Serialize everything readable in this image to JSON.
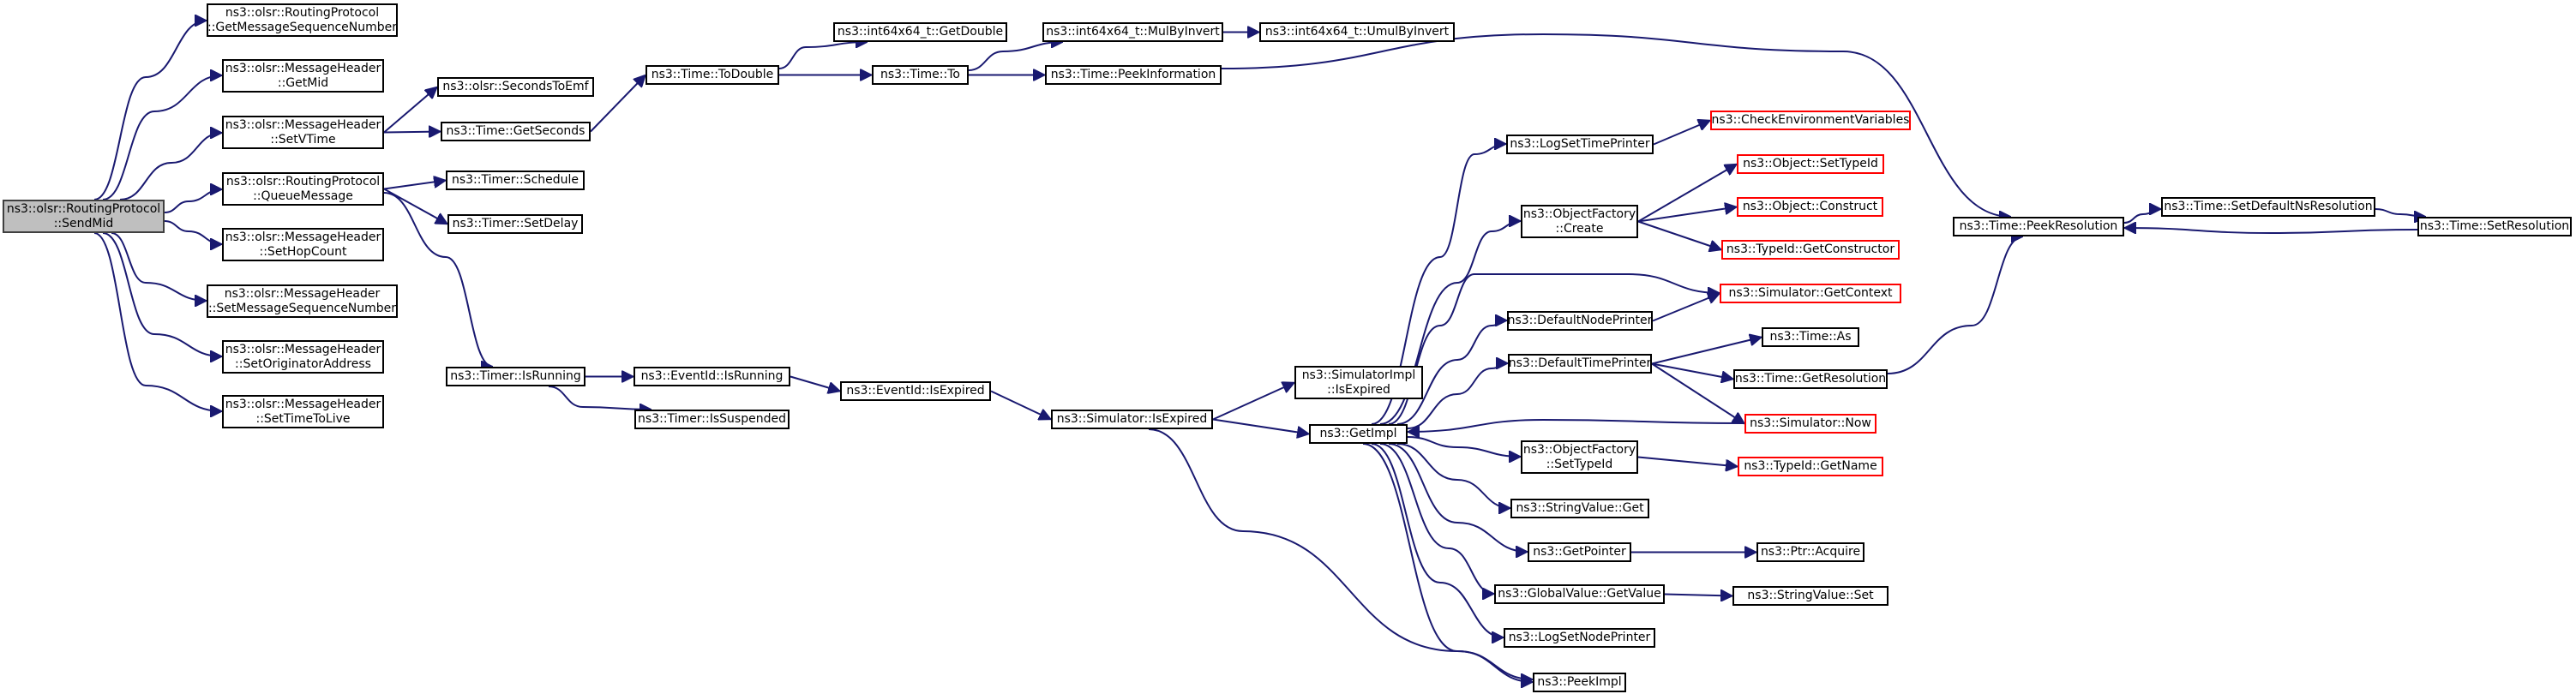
{
  "colors": {
    "edge": "#191970",
    "root_fill": "#bfbfbf",
    "node_border": "#000000",
    "truncated_border": "#ff0000"
  },
  "nodes": [
    {
      "id": "sendmid",
      "lines": [
        "ns3::olsr::RoutingProtocol",
        "::SendMid"
      ],
      "root": true
    },
    {
      "id": "getmsgseq",
      "lines": [
        "ns3::olsr::RoutingProtocol",
        "::GetMessageSequenceNumber"
      ]
    },
    {
      "id": "getmid",
      "lines": [
        "ns3::olsr::MessageHeader",
        "::GetMid"
      ]
    },
    {
      "id": "setvtime",
      "lines": [
        "ns3::olsr::MessageHeader",
        "::SetVTime"
      ]
    },
    {
      "id": "queuemessage",
      "lines": [
        "ns3::olsr::RoutingProtocol",
        "::QueueMessage"
      ]
    },
    {
      "id": "sethopcount",
      "lines": [
        "ns3::olsr::MessageHeader",
        "::SetHopCount"
      ]
    },
    {
      "id": "setmsgseq",
      "lines": [
        "ns3::olsr::MessageHeader",
        "::SetMessageSequenceNumber"
      ]
    },
    {
      "id": "setorig",
      "lines": [
        "ns3::olsr::MessageHeader",
        "::SetOriginatorAddress"
      ]
    },
    {
      "id": "setttl",
      "lines": [
        "ns3::olsr::MessageHeader",
        "::SetTimeToLive"
      ]
    },
    {
      "id": "secondstoemf",
      "lines": [
        "ns3::olsr::SecondsToEmf"
      ]
    },
    {
      "id": "getseconds",
      "lines": [
        "ns3::Time::GetSeconds"
      ]
    },
    {
      "id": "schedule",
      "lines": [
        "ns3::Timer::Schedule"
      ]
    },
    {
      "id": "setdelay",
      "lines": [
        "ns3::Timer::SetDelay"
      ]
    },
    {
      "id": "timerisrunning",
      "lines": [
        "ns3::Timer::IsRunning"
      ]
    },
    {
      "id": "todouble",
      "lines": [
        "ns3::Time::ToDouble"
      ]
    },
    {
      "id": "eventisrunning",
      "lines": [
        "ns3::EventId::IsRunning"
      ]
    },
    {
      "id": "issuspended",
      "lines": [
        "ns3::Timer::IsSuspended"
      ]
    },
    {
      "id": "getdouble",
      "lines": [
        "ns3::int64x64_t::GetDouble"
      ]
    },
    {
      "id": "timeto",
      "lines": [
        "ns3::Time::To"
      ]
    },
    {
      "id": "eventisexpired",
      "lines": [
        "ns3::EventId::IsExpired"
      ]
    },
    {
      "id": "mulbyinvert",
      "lines": [
        "ns3::int64x64_t::MulByInvert"
      ]
    },
    {
      "id": "peekinformation",
      "lines": [
        "ns3::Time::PeekInformation"
      ]
    },
    {
      "id": "simisexpired",
      "lines": [
        "ns3::Simulator::IsExpired"
      ]
    },
    {
      "id": "umulbyinvert",
      "lines": [
        "ns3::int64x64_t::UmulByInvert"
      ]
    },
    {
      "id": "simimplisexpired",
      "lines": [
        "ns3::SimulatorImpl",
        "::IsExpired"
      ]
    },
    {
      "id": "getimpl",
      "lines": [
        "ns3::GetImpl"
      ]
    },
    {
      "id": "logsettimeprinter",
      "lines": [
        "ns3::LogSetTimePrinter"
      ]
    },
    {
      "id": "ofcreate",
      "lines": [
        "ns3::ObjectFactory",
        "::Create"
      ]
    },
    {
      "id": "defaultnodeprinter",
      "lines": [
        "ns3::DefaultNodePrinter"
      ]
    },
    {
      "id": "defaulttimeprinter",
      "lines": [
        "ns3::DefaultTimePrinter"
      ]
    },
    {
      "id": "ofsettypeid",
      "lines": [
        "ns3::ObjectFactory",
        "::SetTypeId"
      ]
    },
    {
      "id": "stringvalueget",
      "lines": [
        "ns3::StringValue::Get"
      ]
    },
    {
      "id": "getpointer",
      "lines": [
        "ns3::GetPointer"
      ]
    },
    {
      "id": "globalvaluegetvalue",
      "lines": [
        "ns3::GlobalValue::GetValue"
      ]
    },
    {
      "id": "logsetnodeprinter",
      "lines": [
        "ns3::LogSetNodePrinter"
      ]
    },
    {
      "id": "peekimpl",
      "lines": [
        "ns3::PeekImpl"
      ]
    },
    {
      "id": "checkenv",
      "lines": [
        "ns3::CheckEnvironmentVariables"
      ],
      "truncated": true
    },
    {
      "id": "objsettypeid",
      "lines": [
        "ns3::Object::SetTypeId"
      ],
      "truncated": true
    },
    {
      "id": "objconstruct",
      "lines": [
        "ns3::Object::Construct"
      ],
      "truncated": true
    },
    {
      "id": "typeidgetconstructor",
      "lines": [
        "ns3::TypeId::GetConstructor"
      ],
      "truncated": true
    },
    {
      "id": "simgetcontext",
      "lines": [
        "ns3::Simulator::GetContext"
      ],
      "truncated": true
    },
    {
      "id": "timeas",
      "lines": [
        "ns3::Time::As"
      ]
    },
    {
      "id": "timegetresolution",
      "lines": [
        "ns3::Time::GetResolution"
      ]
    },
    {
      "id": "simnow",
      "lines": [
        "ns3::Simulator::Now"
      ],
      "truncated": true
    },
    {
      "id": "typeidgetname",
      "lines": [
        "ns3::TypeId::GetName"
      ],
      "truncated": true
    },
    {
      "id": "ptracquire",
      "lines": [
        "ns3::Ptr::Acquire"
      ]
    },
    {
      "id": "stringvalueset",
      "lines": [
        "ns3::StringValue::Set"
      ]
    },
    {
      "id": "peekresolution",
      "lines": [
        "ns3::Time::PeekResolution"
      ]
    },
    {
      "id": "setdefaultnsresolution",
      "lines": [
        "ns3::Time::SetDefaultNsResolution"
      ]
    },
    {
      "id": "setresolution",
      "lines": [
        "ns3::Time::SetResolution"
      ]
    }
  ],
  "edges": [
    [
      "sendmid",
      "getmsgseq"
    ],
    [
      "sendmid",
      "getmid"
    ],
    [
      "sendmid",
      "setvtime"
    ],
    [
      "sendmid",
      "queuemessage"
    ],
    [
      "sendmid",
      "sethopcount"
    ],
    [
      "sendmid",
      "setmsgseq"
    ],
    [
      "sendmid",
      "setorig"
    ],
    [
      "sendmid",
      "setttl"
    ],
    [
      "setvtime",
      "secondstoemf"
    ],
    [
      "setvtime",
      "getseconds"
    ],
    [
      "queuemessage",
      "schedule"
    ],
    [
      "queuemessage",
      "setdelay"
    ],
    [
      "queuemessage",
      "timerisrunning"
    ],
    [
      "getseconds",
      "todouble"
    ],
    [
      "todouble",
      "getdouble"
    ],
    [
      "todouble",
      "timeto"
    ],
    [
      "timeto",
      "mulbyinvert"
    ],
    [
      "timeto",
      "peekinformation"
    ],
    [
      "mulbyinvert",
      "umulbyinvert"
    ],
    [
      "peekinformation",
      "peekresolution"
    ],
    [
      "timerisrunning",
      "eventisrunning"
    ],
    [
      "timerisrunning",
      "issuspended"
    ],
    [
      "eventisrunning",
      "eventisexpired"
    ],
    [
      "eventisexpired",
      "simisexpired"
    ],
    [
      "simisexpired",
      "simimplisexpired"
    ],
    [
      "simisexpired",
      "getimpl"
    ],
    [
      "simisexpired",
      "peekimpl"
    ],
    [
      "getimpl",
      "logsettimeprinter"
    ],
    [
      "getimpl",
      "ofcreate"
    ],
    [
      "getimpl",
      "simgetcontext"
    ],
    [
      "getimpl",
      "defaultnodeprinter"
    ],
    [
      "getimpl",
      "defaulttimeprinter"
    ],
    [
      "getimpl",
      "ofsettypeid"
    ],
    [
      "getimpl",
      "stringvalueget"
    ],
    [
      "getimpl",
      "getpointer"
    ],
    [
      "getimpl",
      "globalvaluegetvalue"
    ],
    [
      "getimpl",
      "logsetnodeprinter"
    ],
    [
      "getimpl",
      "peekimpl"
    ],
    [
      "logsettimeprinter",
      "checkenv"
    ],
    [
      "ofcreate",
      "objsettypeid"
    ],
    [
      "ofcreate",
      "objconstruct"
    ],
    [
      "ofcreate",
      "typeidgetconstructor"
    ],
    [
      "defaultnodeprinter",
      "simgetcontext"
    ],
    [
      "defaulttimeprinter",
      "timeas"
    ],
    [
      "defaulttimeprinter",
      "timegetresolution"
    ],
    [
      "defaulttimeprinter",
      "simnow"
    ],
    [
      "simnow",
      "getimpl"
    ],
    [
      "ofsettypeid",
      "typeidgetname"
    ],
    [
      "getpointer",
      "ptracquire"
    ],
    [
      "globalvaluegetvalue",
      "stringvalueset"
    ],
    [
      "timegetresolution",
      "peekresolution"
    ],
    [
      "peekresolution",
      "setdefaultnsresolution"
    ],
    [
      "setdefaultnsresolution",
      "setresolution"
    ],
    [
      "setresolution",
      "peekresolution"
    ]
  ]
}
